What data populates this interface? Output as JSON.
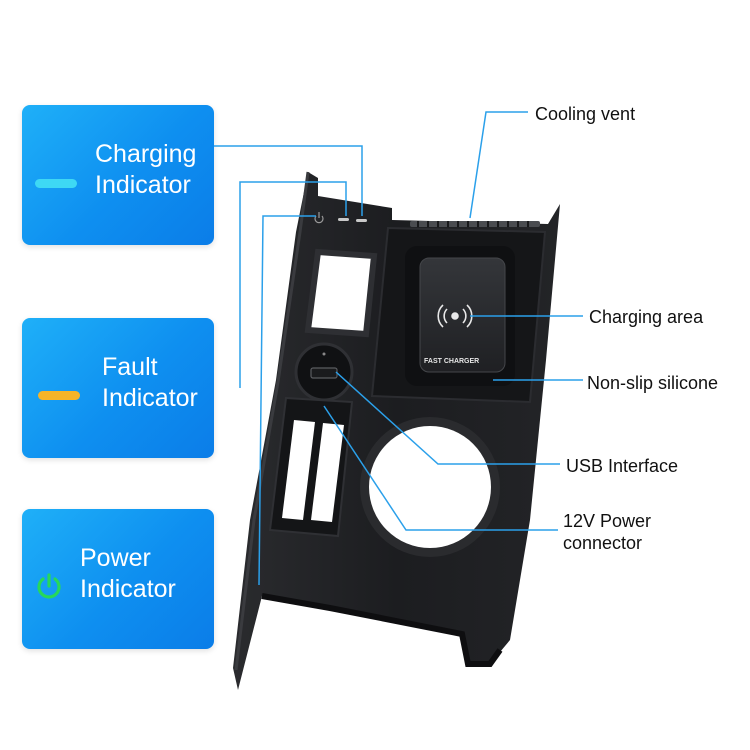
{
  "cards": {
    "charging": {
      "line1": "Charging",
      "line2": "Indicator",
      "bar_color": "#3ed8f4"
    },
    "fault": {
      "line1": "Fault",
      "line2": "Indicator",
      "bar_color": "#f5b428"
    },
    "power": {
      "line1": "Power",
      "line2": "Indicator",
      "icon_color": "#27d85a",
      "icon": "power-icon"
    }
  },
  "callouts": {
    "cooling_vent": "Cooling vent",
    "charging_area": "Charging area",
    "non_slip": "Non-slip silicone",
    "usb": "USB Interface",
    "power_connector_line1": "12V Power",
    "power_connector_line2": "connector"
  },
  "pad": {
    "label": "FAST CHARGER",
    "icon": "wireless-charging-icon"
  },
  "colors": {
    "accent": "#1499ef",
    "leader": "#2ba0ea",
    "device": "#1b1c1e"
  }
}
